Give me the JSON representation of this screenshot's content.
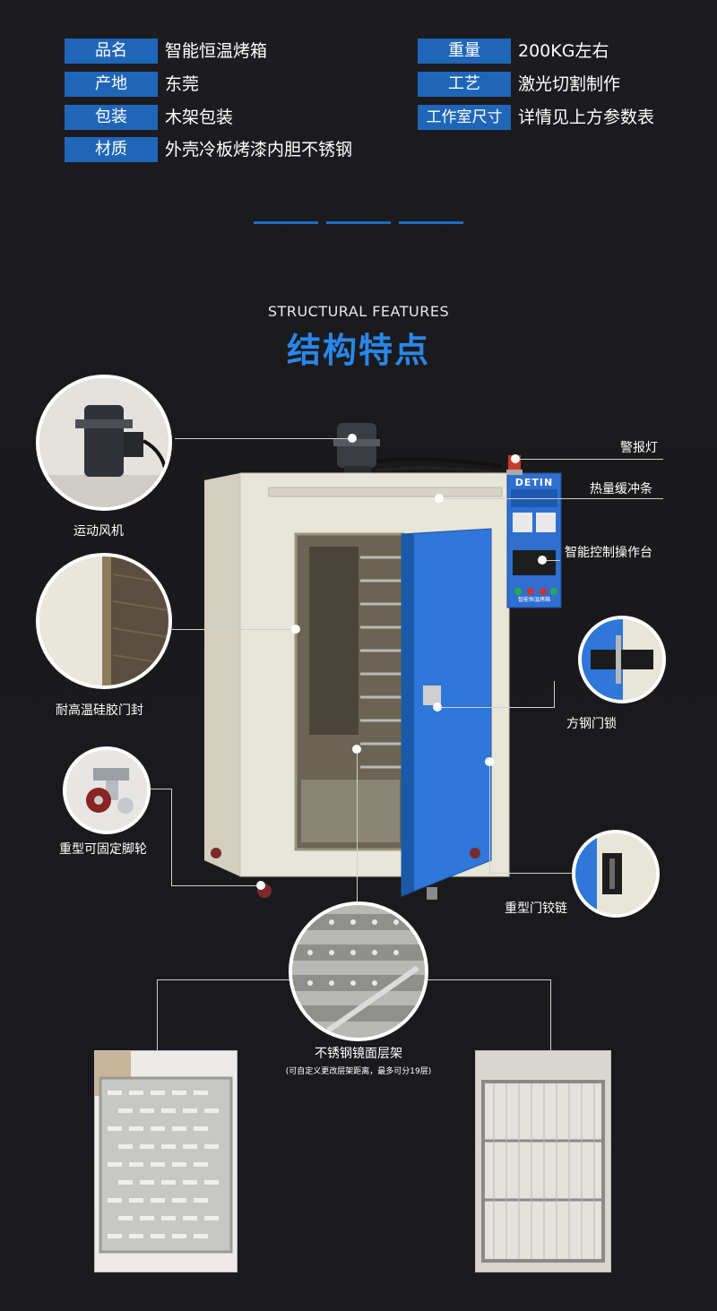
{
  "specs": [
    {
      "label": "品名",
      "value": "智能恒温烤箱"
    },
    {
      "label": "产地",
      "value": "东莞"
    },
    {
      "label": "包装",
      "value": "木架包装"
    },
    {
      "label": "材质",
      "value": "外壳冷板烤漆内胆不锈钢"
    },
    {
      "label": "重量",
      "value": "200KG左右"
    },
    {
      "label": "工艺",
      "value": "激光切割制作"
    },
    {
      "label": "工作室尺寸",
      "value": "详情见上方参数表"
    }
  ],
  "section": {
    "title_en": "STRUCTURAL FEATURES",
    "title_cn": "结构特点"
  },
  "brand": "DETIN",
  "panel_caption": "智能恒温烤箱",
  "features": {
    "fan": "运动风机",
    "seal": "耐高温硅胶门封",
    "caster": "重型可固定脚轮",
    "alarm": "警报灯",
    "buffer": "热量缓冲条",
    "control": "智能控制操作台",
    "lock": "方钢门锁",
    "hinge": "重型门铰链",
    "shelf": "不锈钢镜面层架",
    "shelf_note": "(可自定义更改层架距离，最多可分19层)"
  },
  "colors": {
    "accent": "#1f66b8",
    "title": "#2a86e8",
    "door": "#2f77d8",
    "cabinet": "#e8e6d8"
  }
}
